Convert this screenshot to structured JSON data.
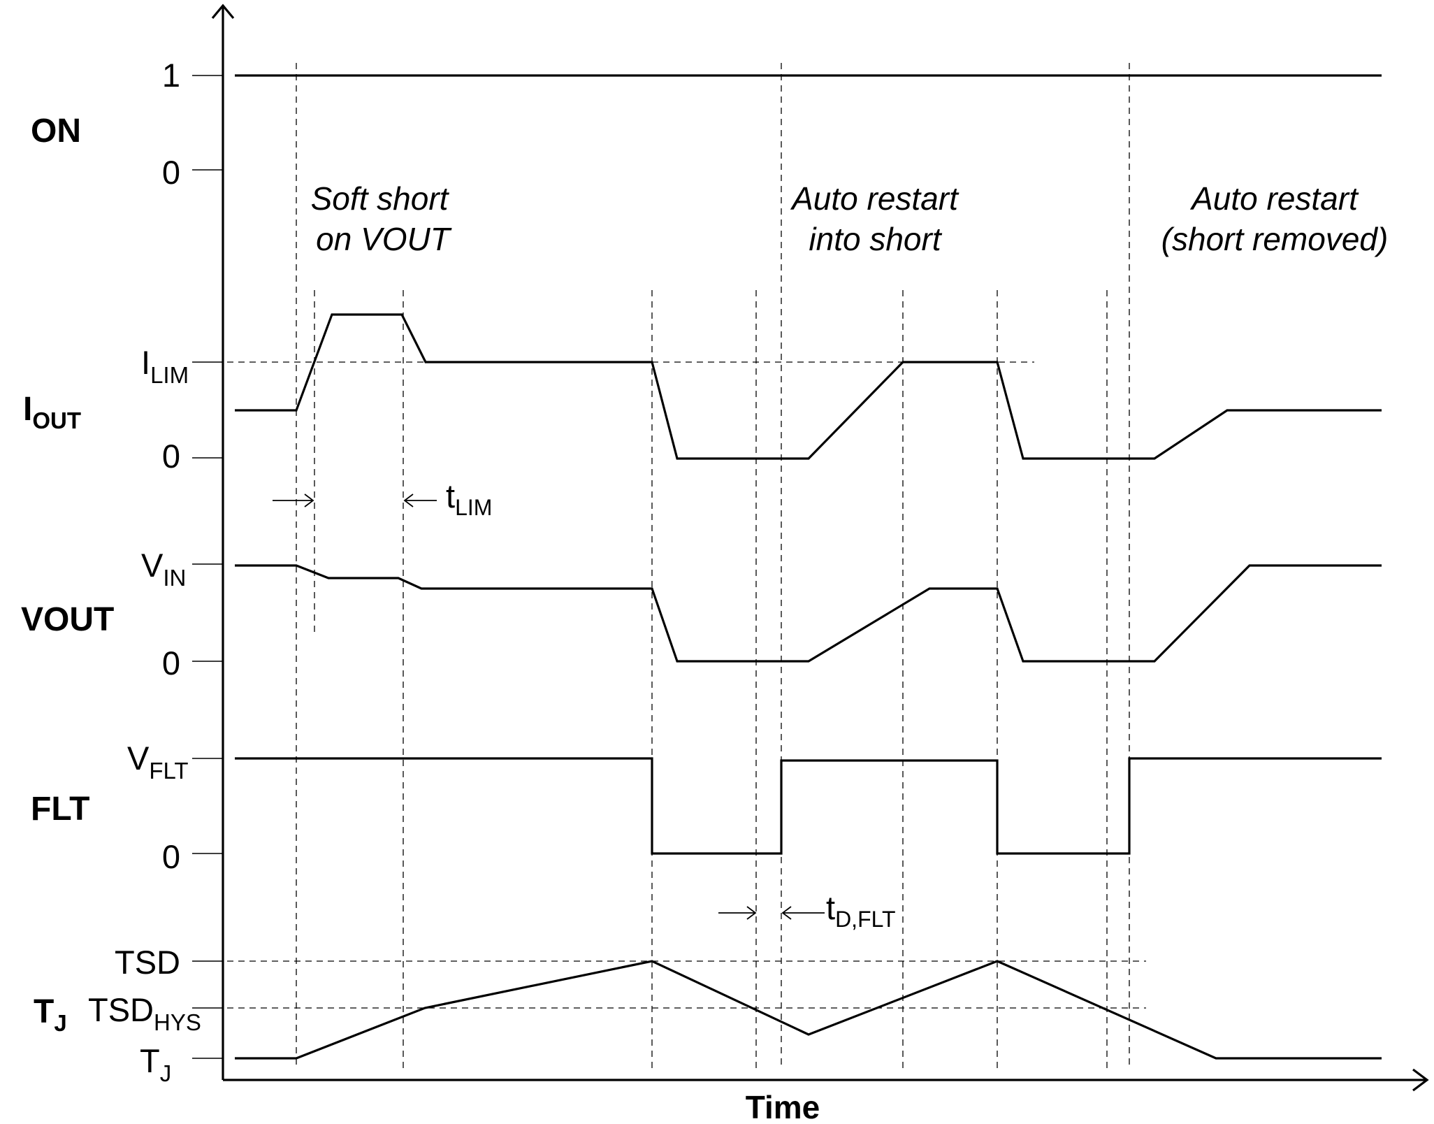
{
  "axis": {
    "x_label": "Time"
  },
  "signals": {
    "on": {
      "name": "ON",
      "high": "1",
      "low": "0"
    },
    "iout": {
      "name_main": "I",
      "name_sub": "OUT",
      "high_main": "I",
      "high_sub": "LIM",
      "low": "0"
    },
    "vout": {
      "name": "VOUT",
      "high_main": "V",
      "high_sub": "IN",
      "low": "0"
    },
    "flt": {
      "name": "FLT",
      "high_main": "V",
      "high_sub": "FLT",
      "low": "0"
    },
    "tj": {
      "name_main": "T",
      "name_sub": "J",
      "top": "TSD",
      "mid_main": "TSD",
      "mid_sub": "HYS",
      "low_main": "T",
      "low_sub": "J"
    }
  },
  "annotations": {
    "soft_short": {
      "line1": "Soft short",
      "line2": "on VOUT"
    },
    "restart_short": {
      "line1": "Auto restart",
      "line2": "into short"
    },
    "restart_removed": {
      "line1": "Auto restart",
      "line2": "(short removed)"
    }
  },
  "timing": {
    "t_lim": {
      "main": "t",
      "sub": "LIM"
    },
    "t_dflt": {
      "main": "t",
      "sub": "D,FLT"
    }
  }
}
